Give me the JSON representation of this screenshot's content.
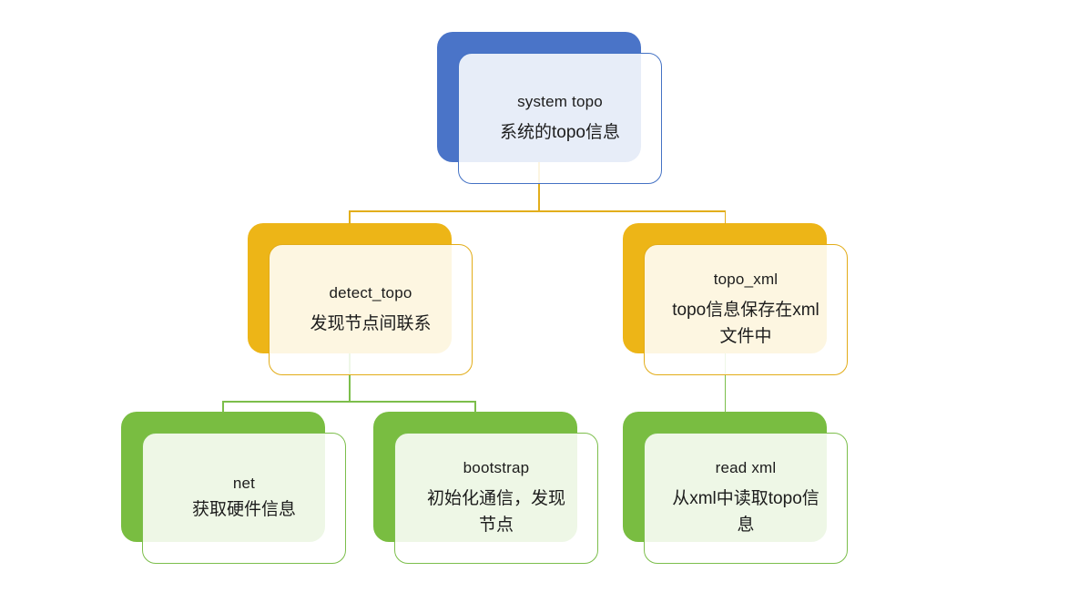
{
  "diagram": {
    "type": "hierarchy",
    "background": "#ffffff",
    "nodes": [
      {
        "id": "system_topo",
        "title": "system topo",
        "subtitle": "系统的topo信息",
        "theme": "blue",
        "parent": null
      },
      {
        "id": "detect_topo",
        "title": "detect_topo",
        "subtitle": "发现节点间联系",
        "theme": "gold",
        "parent": "system_topo"
      },
      {
        "id": "topo_xml",
        "title": "topo_xml",
        "subtitle": "topo信息保存在xml\n文件中",
        "theme": "gold",
        "parent": "system_topo"
      },
      {
        "id": "net",
        "title": "net",
        "subtitle": "获取硬件信息",
        "theme": "green",
        "parent": "detect_topo"
      },
      {
        "id": "bootstrap",
        "title": "bootstrap",
        "subtitle": "初始化通信，发现\n节点",
        "theme": "green",
        "parent": "detect_topo"
      },
      {
        "id": "read_xml",
        "title": "read xml",
        "subtitle": "从xml中读取topo信\n息",
        "theme": "green",
        "parent": "topo_xml"
      }
    ],
    "colors": {
      "blue_back": "#4a74c8",
      "blue_border": "#4472c4",
      "gold_back": "#edb517",
      "gold_border": "#e2ac18",
      "green_back": "#79bd41",
      "green_border": "#7cbe4b",
      "connector_gold": "#e2ae1b",
      "connector_green": "#7cbe4b",
      "text": "#1c1c1c",
      "front_fill": "rgba(255,255,255,0.87)"
    }
  }
}
